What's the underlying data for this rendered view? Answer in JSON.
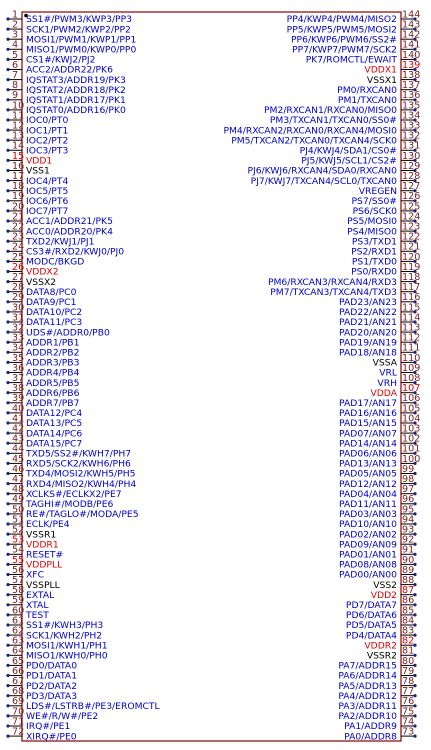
{
  "component": {
    "body_color": "#8b0000",
    "pin_color": "#000000",
    "pin_end_color": "#1a237e",
    "signal_color": "#0000c8",
    "power_color": "#000000",
    "supply_color": "#e00000",
    "pinnum_color": "#7b1d1d"
  },
  "left_pins": [
    {
      "num": "1",
      "name": "SS1#/PWM3/KWP3/PP3",
      "kind": "signal"
    },
    {
      "num": "2",
      "name": "SCK1/PWM2/KWP2/PP2",
      "kind": "signal"
    },
    {
      "num": "3",
      "name": "MOSI1/PWM1/KWP1/PP1",
      "kind": "signal"
    },
    {
      "num": "4",
      "name": "MISO1/PWM0/KWP0/PP0",
      "kind": "signal"
    },
    {
      "num": "5",
      "name": "CS1#/KWJ2/PJ2",
      "kind": "signal"
    },
    {
      "num": "6",
      "name": "ACC2/ADDR22/PK6",
      "kind": "signal"
    },
    {
      "num": "7",
      "name": "IQSTAT3/ADDR19/PK3",
      "kind": "signal"
    },
    {
      "num": "8",
      "name": "IQSTAT2/ADDR18/PK2",
      "kind": "signal"
    },
    {
      "num": "9",
      "name": "IQSTAT1/ADDR17/PK1",
      "kind": "signal"
    },
    {
      "num": "10",
      "name": "IQSTAT0/ADDR16/PK0",
      "kind": "signal"
    },
    {
      "num": "11",
      "name": "IOC0/PT0",
      "kind": "signal"
    },
    {
      "num": "12",
      "name": "IOC1/PT1",
      "kind": "signal"
    },
    {
      "num": "13",
      "name": "IOC2/PT2",
      "kind": "signal"
    },
    {
      "num": "14",
      "name": "IOC3/PT3",
      "kind": "signal"
    },
    {
      "num": "15",
      "name": "VDD1",
      "kind": "supply"
    },
    {
      "num": "16",
      "name": "VSS1",
      "kind": "power"
    },
    {
      "num": "17",
      "name": "IOC4/PT4",
      "kind": "signal"
    },
    {
      "num": "18",
      "name": "IOC5/PT5",
      "kind": "signal"
    },
    {
      "num": "19",
      "name": "IOC6/PT6",
      "kind": "signal"
    },
    {
      "num": "20",
      "name": "IOC7/PT7",
      "kind": "signal"
    },
    {
      "num": "21",
      "name": "ACC1/ADDR21/PK5",
      "kind": "signal"
    },
    {
      "num": "22",
      "name": "ACC0/ADDR20/PK4",
      "kind": "signal"
    },
    {
      "num": "23",
      "name": "TXD2/KWJ1/PJ1",
      "kind": "signal"
    },
    {
      "num": "24",
      "name": "CS3#/RXD2/KWJ0/PJ0",
      "kind": "signal"
    },
    {
      "num": "25",
      "name": "MODC/BKGD",
      "kind": "signal"
    },
    {
      "num": "26",
      "name": "VDDX2",
      "kind": "supply"
    },
    {
      "num": "27",
      "name": "VSSX2",
      "kind": "power"
    },
    {
      "num": "28",
      "name": "DATA8/PC0",
      "kind": "signal"
    },
    {
      "num": "29",
      "name": "DATA9/PC1",
      "kind": "signal"
    },
    {
      "num": "30",
      "name": "DATA10/PC2",
      "kind": "signal"
    },
    {
      "num": "31",
      "name": "DATA11/PC3",
      "kind": "signal"
    },
    {
      "num": "32",
      "name": "UDS#/ADDR0/PB0",
      "kind": "signal"
    },
    {
      "num": "33",
      "name": "ADDR1/PB1",
      "kind": "signal"
    },
    {
      "num": "34",
      "name": "ADDR2/PB2",
      "kind": "signal"
    },
    {
      "num": "35",
      "name": "ADDR3/PB3",
      "kind": "signal"
    },
    {
      "num": "36",
      "name": "ADDR4/PB4",
      "kind": "signal"
    },
    {
      "num": "37",
      "name": "ADDR5/PB5",
      "kind": "signal"
    },
    {
      "num": "38",
      "name": "ADDR6/PB6",
      "kind": "signal"
    },
    {
      "num": "39",
      "name": "ADDR7/PB7",
      "kind": "signal"
    },
    {
      "num": "40",
      "name": "DATA12/PC4",
      "kind": "signal"
    },
    {
      "num": "41",
      "name": "DATA13/PC5",
      "kind": "signal"
    },
    {
      "num": "42",
      "name": "DATA14/PC6",
      "kind": "signal"
    },
    {
      "num": "43",
      "name": "DATA15/PC7",
      "kind": "signal"
    },
    {
      "num": "44",
      "name": "TXD5/SS2#/KWH7/PH7",
      "kind": "signal"
    },
    {
      "num": "45",
      "name": "RXD5/SCK2/KWH6/PH6",
      "kind": "signal"
    },
    {
      "num": "46",
      "name": "TXD4/MOSI2/KWH5/PH5",
      "kind": "signal"
    },
    {
      "num": "47",
      "name": "RXD4/MISO2/KWH4/PH4",
      "kind": "signal"
    },
    {
      "num": "48",
      "name": "XCLKS#/ECLKX2/PE7",
      "kind": "signal"
    },
    {
      "num": "49",
      "name": "TAGHI#/MODB/PE6",
      "kind": "signal"
    },
    {
      "num": "50",
      "name": "RE#/TAGLO#/MODA/PE5",
      "kind": "signal"
    },
    {
      "num": "51",
      "name": "ECLK/PE4",
      "kind": "signal"
    },
    {
      "num": "52",
      "name": "VSSR1",
      "kind": "power"
    },
    {
      "num": "53",
      "name": "VDDR1",
      "kind": "supply"
    },
    {
      "num": "54",
      "name": "RESET#",
      "kind": "signal"
    },
    {
      "num": "55",
      "name": "VDDPLL",
      "kind": "supply"
    },
    {
      "num": "56",
      "name": "XFC",
      "kind": "signal"
    },
    {
      "num": "57",
      "name": "VSSPLL",
      "kind": "power"
    },
    {
      "num": "58",
      "name": "EXTAL",
      "kind": "signal"
    },
    {
      "num": "59",
      "name": "XTAL",
      "kind": "signal"
    },
    {
      "num": "60",
      "name": "TEST",
      "kind": "signal"
    },
    {
      "num": "61",
      "name": "SS1#/KWH3/PH3",
      "kind": "signal"
    },
    {
      "num": "62",
      "name": "SCK1/KWH2/PH2",
      "kind": "signal"
    },
    {
      "num": "63",
      "name": "MOSI1/KWH1/PH1",
      "kind": "signal"
    },
    {
      "num": "64",
      "name": "MISO1/KWH0/PH0",
      "kind": "signal"
    },
    {
      "num": "65",
      "name": "PD0/DATA0",
      "kind": "signal"
    },
    {
      "num": "66",
      "name": "PD1/DATA1",
      "kind": "signal"
    },
    {
      "num": "67",
      "name": "PD2/DATA2",
      "kind": "signal"
    },
    {
      "num": "68",
      "name": "PD3/DATA3",
      "kind": "signal"
    },
    {
      "num": "69",
      "name": "LDS#/LSTRB#/PE3/EROMCTL",
      "kind": "signal"
    },
    {
      "num": "70",
      "name": "WE#/R/W#/PE2",
      "kind": "signal"
    },
    {
      "num": "71",
      "name": "IRQ#/PE1",
      "kind": "signal"
    },
    {
      "num": "72",
      "name": "XIRQ#/PE0",
      "kind": "signal"
    }
  ],
  "right_pins": [
    {
      "num": "144",
      "name": "PP4/KWP4/PWM4/MISO2",
      "kind": "signal"
    },
    {
      "num": "143",
      "name": "PP5/KWP5/PWM5/MOSI2",
      "kind": "signal"
    },
    {
      "num": "142",
      "name": "PP6/KWP6/PWM6/SS2#",
      "kind": "signal"
    },
    {
      "num": "141",
      "name": "PP7/KWP7/PWM7/SCK2",
      "kind": "signal"
    },
    {
      "num": "140",
      "name": "PK7/ROMCTL/EWAIT",
      "kind": "signal"
    },
    {
      "num": "139",
      "name": "VDDX1",
      "kind": "supply"
    },
    {
      "num": "138",
      "name": "VSSX1",
      "kind": "power"
    },
    {
      "num": "137",
      "name": "PM0/RXCAN0",
      "kind": "signal"
    },
    {
      "num": "136",
      "name": "PM1/TXCAN0",
      "kind": "signal"
    },
    {
      "num": "135",
      "name": "PM2/RXCAN1/RXCAN0/MISO0",
      "kind": "signal"
    },
    {
      "num": "134",
      "name": "PM3/TXCAN1/TXCAN0/SS0#",
      "kind": "signal"
    },
    {
      "num": "133",
      "name": "PM4/RXCAN2/RXCAN0/RXCAN4/MOSI0",
      "kind": "signal"
    },
    {
      "num": "132",
      "name": "PM5/TXCAN2/TXCAN0/TXCAN4/SCK0",
      "kind": "signal"
    },
    {
      "num": "131",
      "name": "PJ4/KWJ4/SDA1/CS0#",
      "kind": "signal"
    },
    {
      "num": "130",
      "name": "PJ5/KWJ5/SCL1/CS2#",
      "kind": "signal"
    },
    {
      "num": "129",
      "name": "PJ6/KWJ6/RXCAN4/SDA0/RXCAN0",
      "kind": "signal"
    },
    {
      "num": "128",
      "name": "PJ7/KWJ7/TXCAN4/SCL0/TXCAN0",
      "kind": "signal"
    },
    {
      "num": "127",
      "name": "VREGEN",
      "kind": "signal"
    },
    {
      "num": "126",
      "name": "PS7/SS0#",
      "kind": "signal"
    },
    {
      "num": "125",
      "name": "PS6/SCK0",
      "kind": "signal"
    },
    {
      "num": "124",
      "name": "PS5/MOSI0",
      "kind": "signal"
    },
    {
      "num": "123",
      "name": "PS4/MISO0",
      "kind": "signal"
    },
    {
      "num": "122",
      "name": "PS3/TXD1",
      "kind": "signal"
    },
    {
      "num": "121",
      "name": "PS2/RXD1",
      "kind": "signal"
    },
    {
      "num": "120",
      "name": "PS1/TXD0",
      "kind": "signal"
    },
    {
      "num": "119",
      "name": "PS0/RXD0",
      "kind": "signal"
    },
    {
      "num": "118",
      "name": "PM6/RXCAN3/RXCAN4/RXD3",
      "kind": "signal"
    },
    {
      "num": "117",
      "name": "PM7/TXCAN3/TXCAN4/TXD3",
      "kind": "signal"
    },
    {
      "num": "116",
      "name": "PAD23/AN23",
      "kind": "signal"
    },
    {
      "num": "115",
      "name": "PAD22/AN22",
      "kind": "signal"
    },
    {
      "num": "114",
      "name": "PAD21/AN21",
      "kind": "signal"
    },
    {
      "num": "113",
      "name": "PAD20/AN20",
      "kind": "signal"
    },
    {
      "num": "112",
      "name": "PAD19/AN19",
      "kind": "signal"
    },
    {
      "num": "111",
      "name": "PAD18/AN18",
      "kind": "signal"
    },
    {
      "num": "110",
      "name": "VSSA",
      "kind": "power"
    },
    {
      "num": "109",
      "name": "VRL",
      "kind": "signal"
    },
    {
      "num": "108",
      "name": "VRH",
      "kind": "signal"
    },
    {
      "num": "107",
      "name": "VDDA",
      "kind": "supply"
    },
    {
      "num": "106",
      "name": "PAD17/AN17",
      "kind": "signal"
    },
    {
      "num": "105",
      "name": "PAD16/AN16",
      "kind": "signal"
    },
    {
      "num": "104",
      "name": "PAD15/AN15",
      "kind": "signal"
    },
    {
      "num": "103",
      "name": "PAD07/AN07",
      "kind": "signal"
    },
    {
      "num": "102",
      "name": "PAD14/AN14",
      "kind": "signal"
    },
    {
      "num": "101",
      "name": "PAD06/AN06",
      "kind": "signal"
    },
    {
      "num": "100",
      "name": "PAD13/AN13",
      "kind": "signal"
    },
    {
      "num": "99",
      "name": "PAD05/AN05",
      "kind": "signal"
    },
    {
      "num": "98",
      "name": "PAD12/AN12",
      "kind": "signal"
    },
    {
      "num": "97",
      "name": "PAD04/AN04",
      "kind": "signal"
    },
    {
      "num": "96",
      "name": "PAD11/AN11",
      "kind": "signal"
    },
    {
      "num": "95",
      "name": "PAD03/AN03",
      "kind": "signal"
    },
    {
      "num": "94",
      "name": "PAD10/AN10",
      "kind": "signal"
    },
    {
      "num": "93",
      "name": "PAD02/AN02",
      "kind": "signal"
    },
    {
      "num": "92",
      "name": "PAD09/AN09",
      "kind": "signal"
    },
    {
      "num": "91",
      "name": "PAD01/AN01",
      "kind": "signal"
    },
    {
      "num": "90",
      "name": "PAD08/AN08",
      "kind": "signal"
    },
    {
      "num": "89",
      "name": "PAD00/AN00",
      "kind": "signal"
    },
    {
      "num": "88",
      "name": "VSS2",
      "kind": "power"
    },
    {
      "num": "87",
      "name": "VDD2",
      "kind": "supply"
    },
    {
      "num": "86",
      "name": "PD7/DATA7",
      "kind": "signal"
    },
    {
      "num": "85",
      "name": "PD6/DATA6",
      "kind": "signal"
    },
    {
      "num": "84",
      "name": "PD5/DATA5",
      "kind": "signal"
    },
    {
      "num": "83",
      "name": "PD4/DATA4",
      "kind": "signal"
    },
    {
      "num": "82",
      "name": "VDDR2",
      "kind": "supply"
    },
    {
      "num": "81",
      "name": "VSSR2",
      "kind": "power"
    },
    {
      "num": "80",
      "name": "PA7/ADDR15",
      "kind": "signal"
    },
    {
      "num": "79",
      "name": "PA6/ADDR14",
      "kind": "signal"
    },
    {
      "num": "78",
      "name": "PA5/ADDR13",
      "kind": "signal"
    },
    {
      "num": "77",
      "name": "PA4/ADDR12",
      "kind": "signal"
    },
    {
      "num": "76",
      "name": "PA3/ADDR11",
      "kind": "signal"
    },
    {
      "num": "75",
      "name": "PA2/ADDR10",
      "kind": "signal"
    },
    {
      "num": "74",
      "name": "PA1/ADDR9",
      "kind": "signal"
    },
    {
      "num": "73",
      "name": "PA0/ADDR8",
      "kind": "signal"
    }
  ]
}
